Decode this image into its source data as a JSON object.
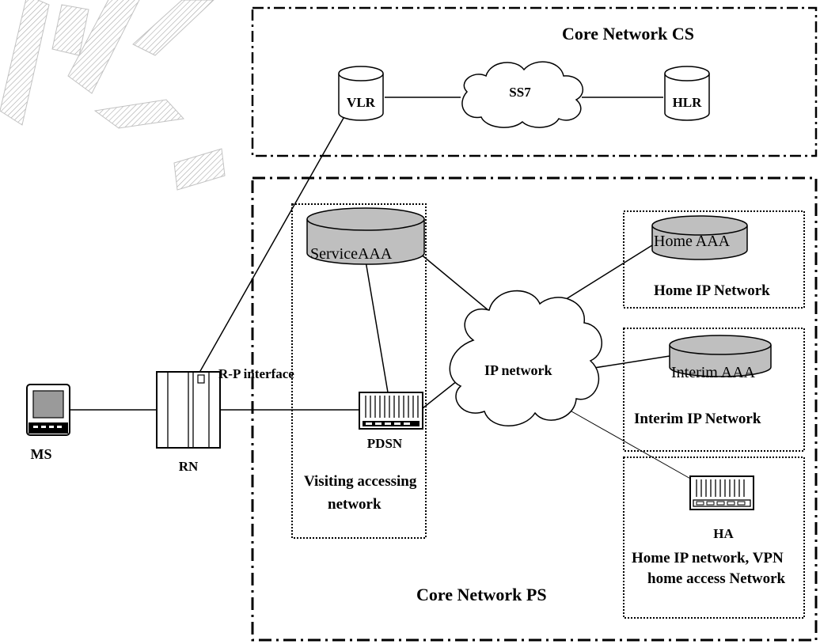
{
  "core_cs": {
    "title": "Core Network CS",
    "vlr": "VLR",
    "ss7": "SS7",
    "hlr": "HLR"
  },
  "core_ps": {
    "title": "Core Network PS",
    "service_aaa": "ServiceAAA",
    "pdsn": "PDSN",
    "visiting_line1": "Visiting accessing",
    "visiting_line2": "network",
    "ip_network": "IP network",
    "home_aaa": "Home AAA",
    "home_ip_network": "Home IP Network",
    "interim_aaa": "Interim AAA",
    "interim_ip_network": "Interim IP Network",
    "ha": "HA",
    "home_vpn_line1": "Home IP network, VPN",
    "home_vpn_line2": "home access Network"
  },
  "access": {
    "ms": "MS",
    "rn": "RN",
    "rp_interface": "R-P interface"
  },
  "icons": [
    "database-cylinder-icon",
    "cloud-icon",
    "terminal-icon",
    "cabinet-icon",
    "server-rack-icon"
  ],
  "colors": {
    "line": "#000000",
    "db_fill": "#bfbfbf",
    "watermark": "#b5b5b5"
  }
}
